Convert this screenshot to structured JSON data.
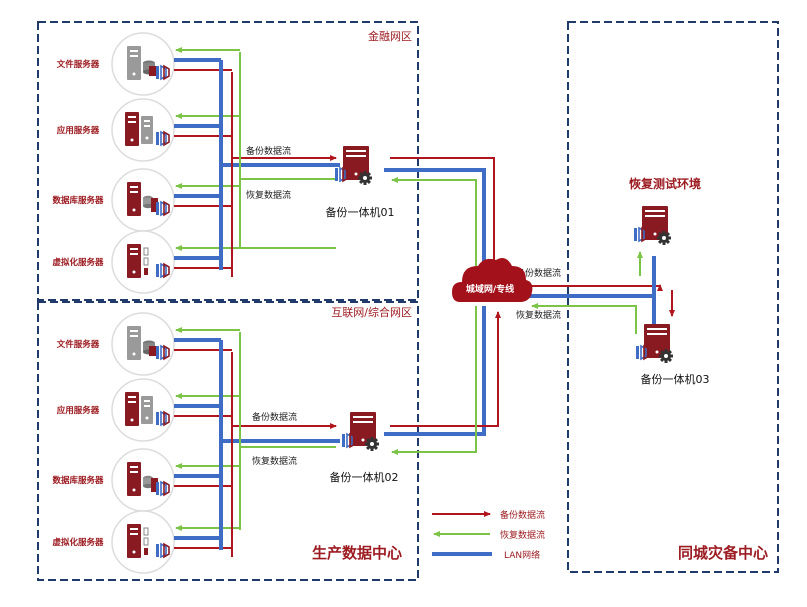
{
  "colors": {
    "backup": "#b0161e",
    "restore": "#7cc447",
    "lan": "#3f6cc4",
    "zone_border": "#1f3a6b",
    "server_dark": "#8a1a22",
    "server_gray": "#9a9a9a",
    "label_red": "#9c1c22"
  },
  "zones": {
    "finance": "金融网区",
    "internet": "互联网/综合网区",
    "production": "生产数据中心",
    "dr": "同城灾备中心",
    "restore_test": "恢复测试环境"
  },
  "finance_servers": [
    {
      "label": "文件服务器",
      "icon": "file-server-icon"
    },
    {
      "label": "应用服务器",
      "icon": "app-server-icon"
    },
    {
      "label": "数据库服务器",
      "icon": "db-server-icon"
    },
    {
      "label": "虚拟化服务器",
      "icon": "virtual-server-icon"
    }
  ],
  "internet_servers": [
    {
      "label": "文件服务器",
      "icon": "file-server-icon"
    },
    {
      "label": "应用服务器",
      "icon": "app-server-icon"
    },
    {
      "label": "数据库服务器",
      "icon": "db-server-icon"
    },
    {
      "label": "虚拟化服务器",
      "icon": "virtual-server-icon"
    }
  ],
  "appliances": {
    "a1": "备份一体机01",
    "a2": "备份一体机02",
    "a3": "备份一体机03"
  },
  "flows": {
    "backup": "备份数据流",
    "restore": "恢复数据流"
  },
  "cloud": "城域网/专线",
  "legend": {
    "backup": "备份数据流",
    "restore": "恢复数据流",
    "lan": "LAN网络"
  }
}
